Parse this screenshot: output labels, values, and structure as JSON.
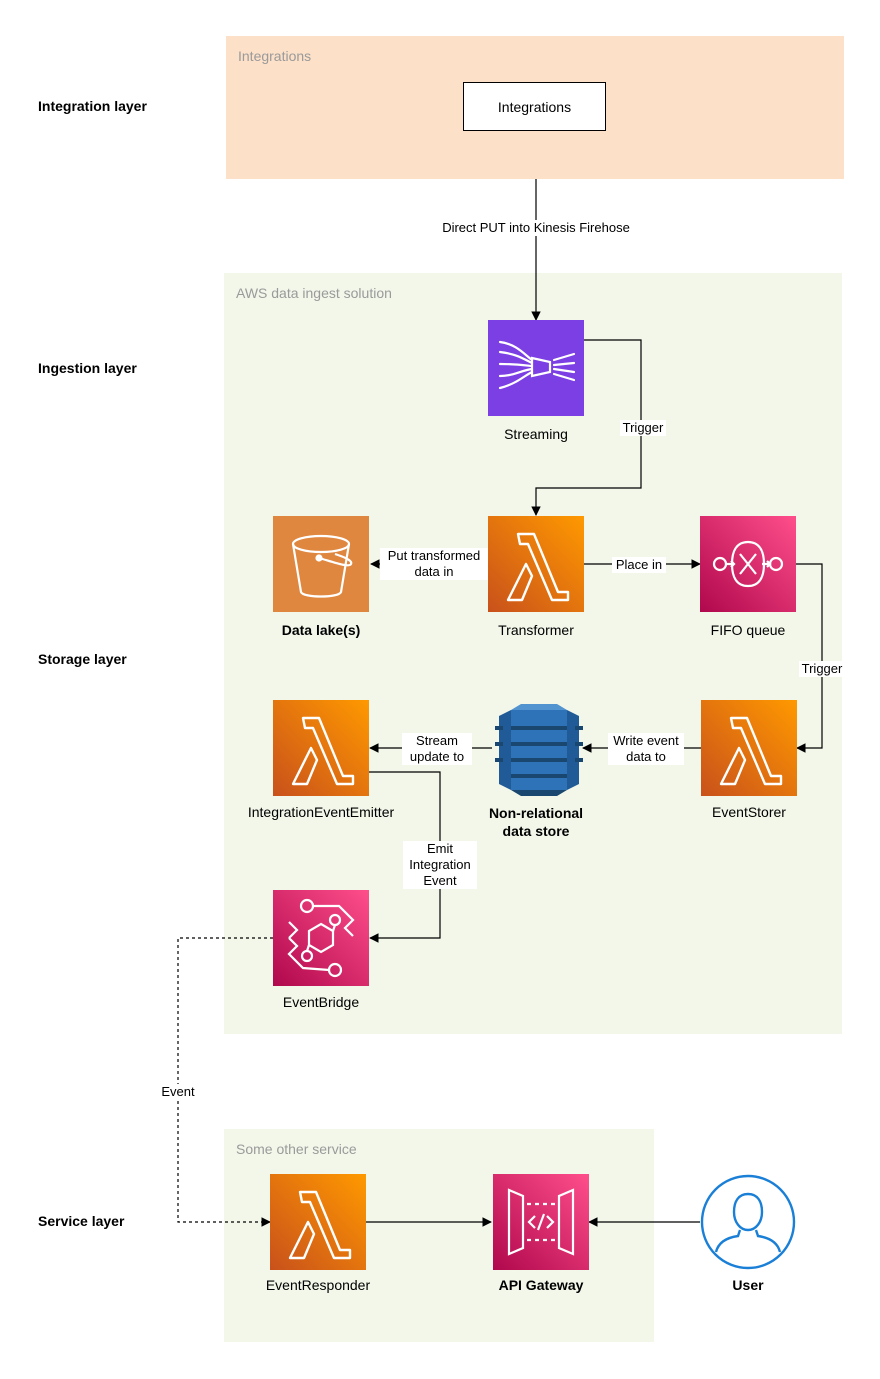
{
  "layers": {
    "integration": "Integration layer",
    "ingestion": "Ingestion layer",
    "storage": "Storage layer",
    "service": "Service layer"
  },
  "groups": {
    "integrations": "Integrations",
    "aws": "AWS data ingest solution",
    "other": "Some other service"
  },
  "nodes": {
    "integrations_box": "Integrations",
    "streaming": "Streaming",
    "transformer": "Transformer",
    "data_lake": "Data lake(s)",
    "fifo": "FIFO queue",
    "event_storer": "EventStorer",
    "nonrel_line1": "Non-relational",
    "nonrel_line2": "data store",
    "emitter": "IntegrationEventEmitter",
    "eventbridge": "EventBridge",
    "responder": "EventResponder",
    "apigw": "API Gateway",
    "user": "User"
  },
  "edges": {
    "direct_put": "Direct PUT into Kinesis Firehose",
    "trigger1": "Trigger",
    "put_line1": "Put transformed",
    "put_line2": "data in",
    "place_in": "Place in",
    "trigger2": "Trigger",
    "write_line1": "Write event",
    "write_line2": "data to",
    "stream_line1": "Stream",
    "stream_line2": "update to",
    "emit_line1": "Emit",
    "emit_line2": "Integration",
    "emit_line3": "Event",
    "event": "Event"
  },
  "colors": {
    "integration_bg": "#fce0c8",
    "aws_bg": "#f2f7ea",
    "other_bg": "#f2f7ea",
    "kinesis": "#7b3fe4",
    "lambda": "#ed7100",
    "s3": "#e0873f",
    "sqs": "#e7157b",
    "dynamo": "#2e73b8",
    "user": "#1a7fd6"
  }
}
